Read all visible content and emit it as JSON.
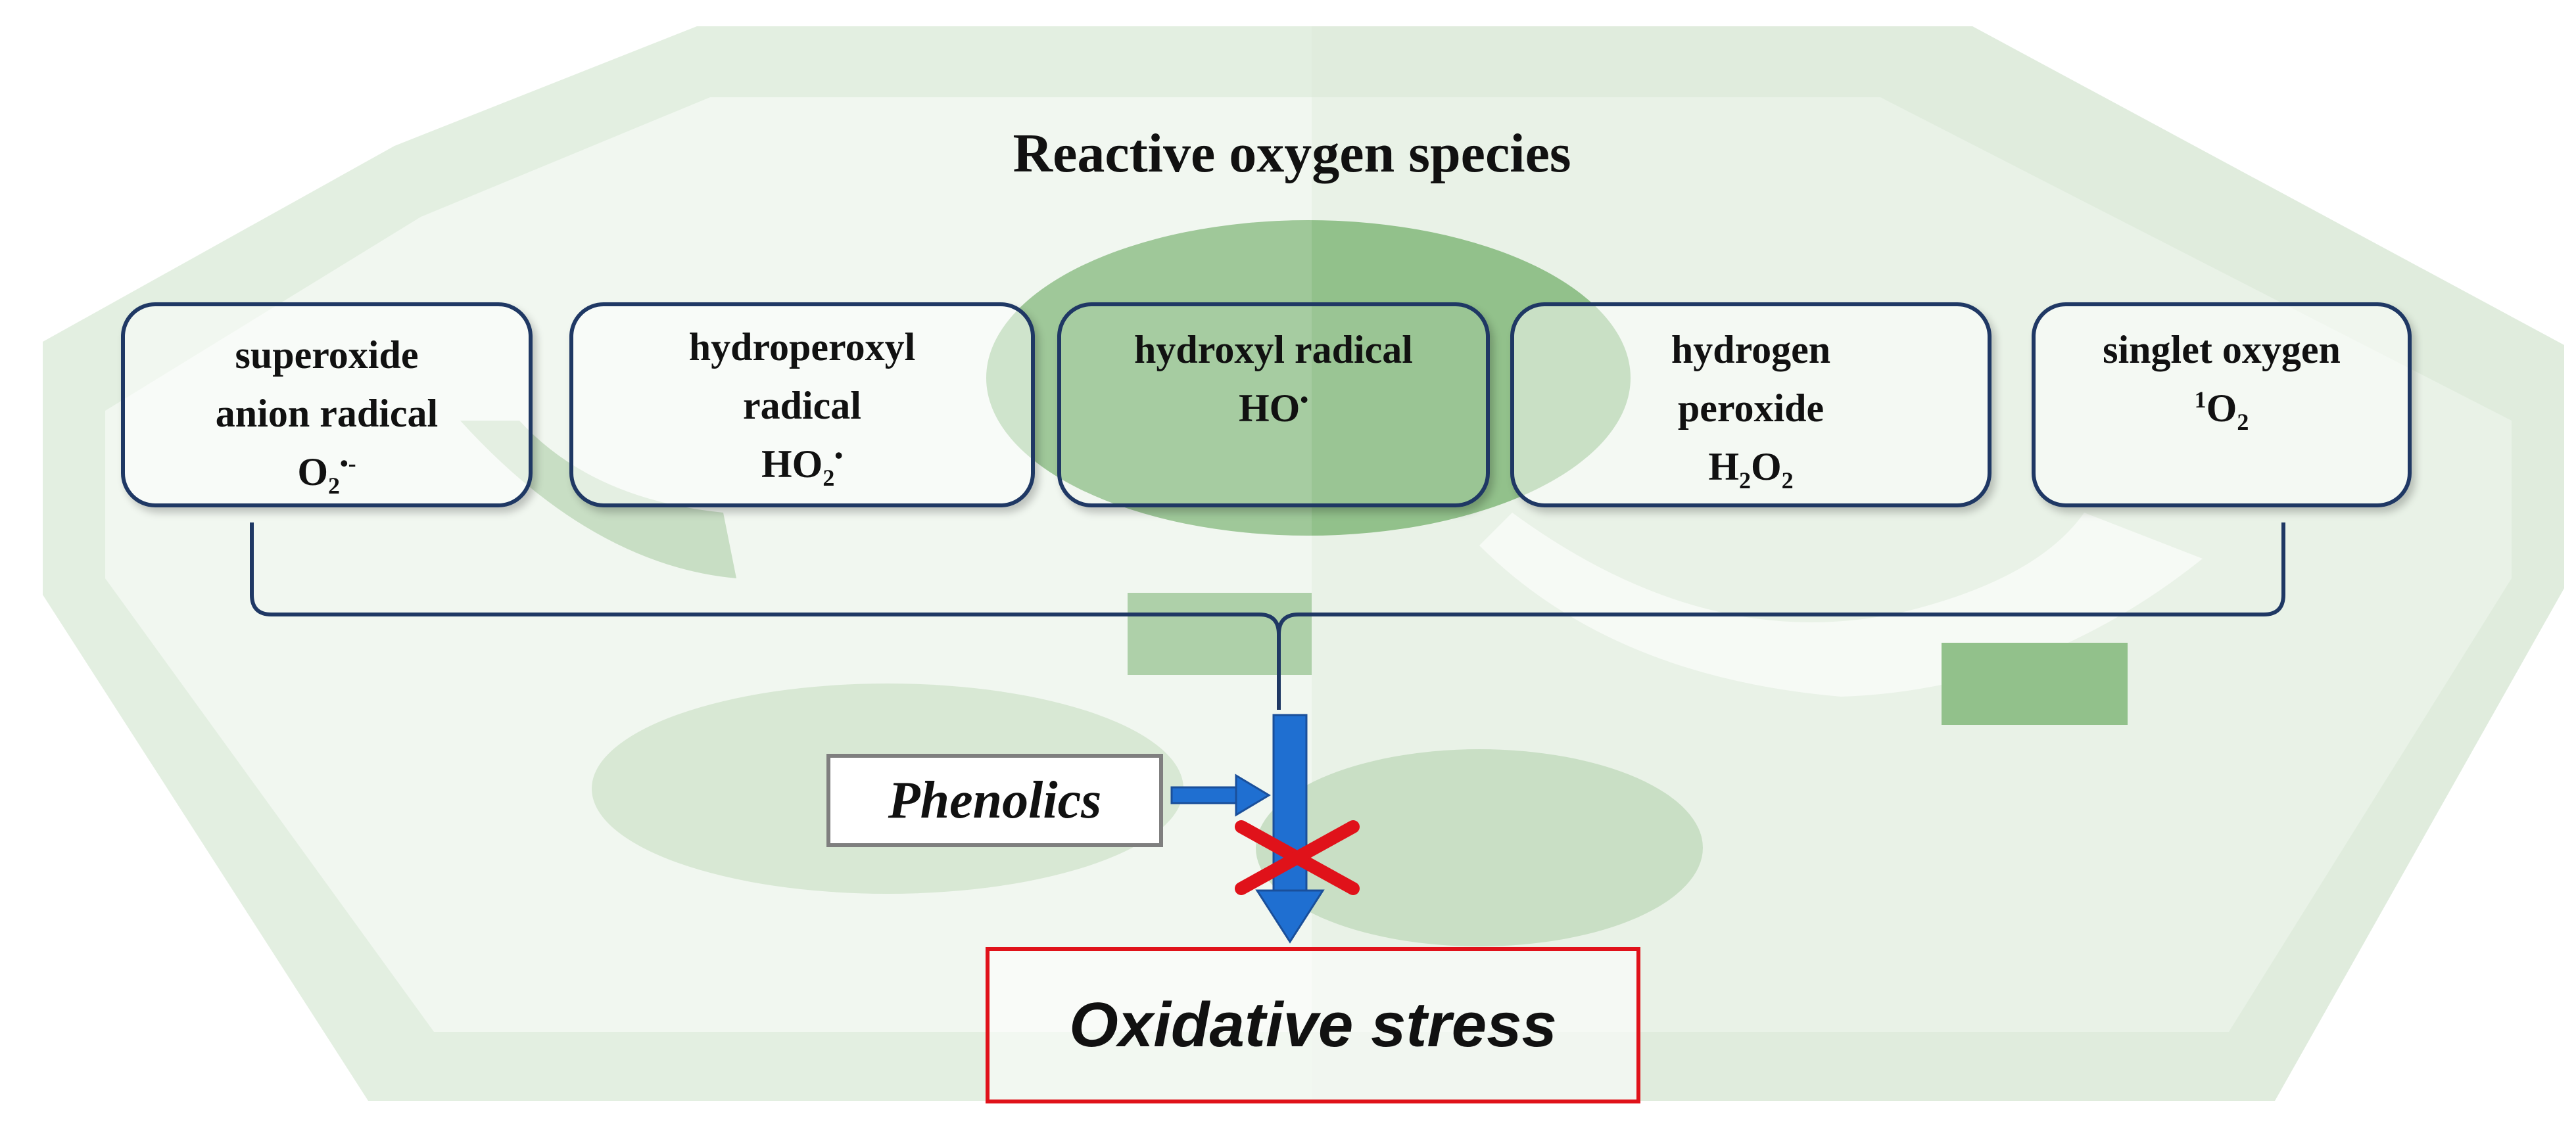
{
  "diagram": {
    "title": "Reactive oxygen species",
    "species": [
      {
        "line1": "superoxide",
        "line2": "anion radical",
        "formula_base": "O",
        "formula_sub": "2",
        "formula_sup": "•-"
      },
      {
        "line1": "hydroperoxyl",
        "line2": "radical",
        "formula_base": "HO",
        "formula_sub": "2",
        "formula_sup": "•"
      },
      {
        "line1": "hydroxyl radical",
        "formula_base": "HO",
        "formula_sup": "•"
      },
      {
        "line1": "hydrogen",
        "line2": "peroxide",
        "formula_a": "H",
        "formula_sub1": "2",
        "formula_b": "O",
        "formula_sub2": "2"
      },
      {
        "line1": "singlet oxygen",
        "formula_sup_pre": "1",
        "formula_base": "O",
        "formula_sub": "2"
      }
    ],
    "inhibitor_label": "Phenolics",
    "result_label": "Oxidative stress"
  },
  "colors": {
    "box_border": "#1f3864",
    "bracket": "#1f3864",
    "arrow": "#1f6fd1",
    "cross": "#e0121a",
    "result_border": "#e0121a",
    "inhibitor_border": "#7f7f7f",
    "cell_light": "#e4efe2",
    "cell_mid": "#c5dcc1",
    "cell_dark": "#8dbd87"
  }
}
